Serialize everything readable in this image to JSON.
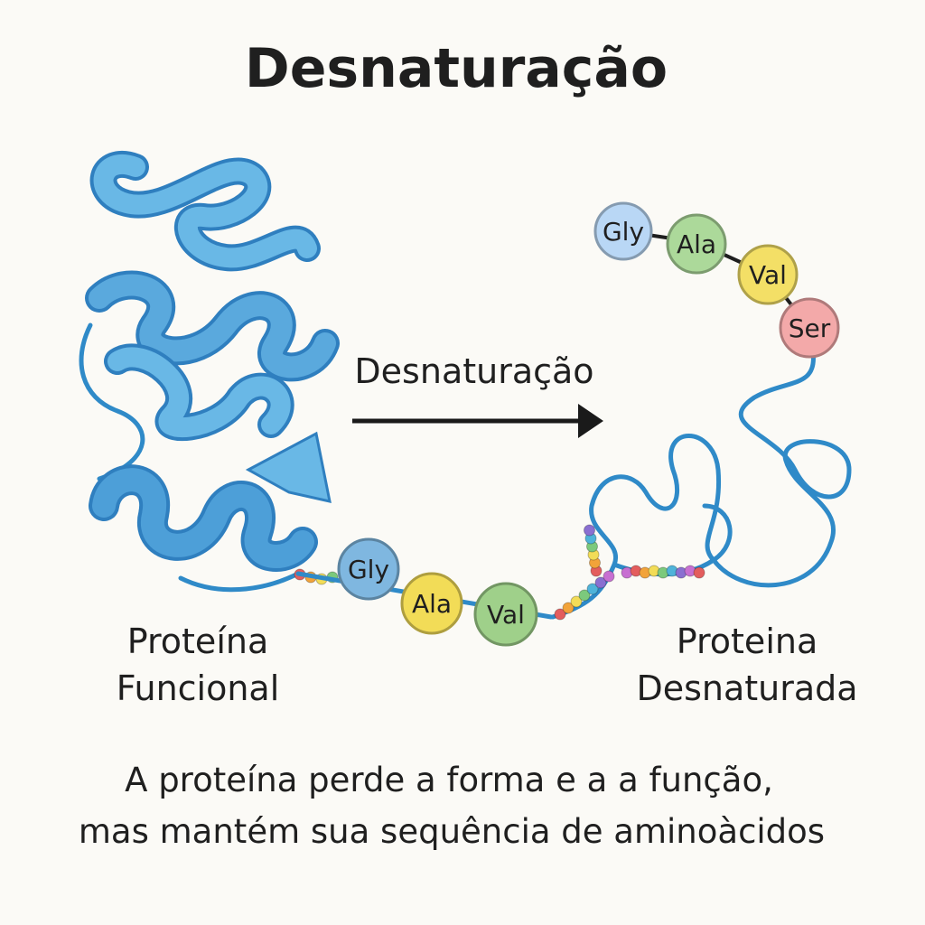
{
  "title": "Desnaturação",
  "arrow_label": "Desnaturação",
  "functional_label": [
    "Proteína",
    "Funcional"
  ],
  "denatured_label": [
    "Proteina",
    "Desnaturada"
  ],
  "caption": [
    "A proteína perde a forma e a a função,",
    "mas mantém sua sequência de aminoàcidos"
  ],
  "chain_left": [
    {
      "label": "Gly",
      "color": "#7fb7e0"
    },
    {
      "label": "Ala",
      "color": "#f2dc57"
    },
    {
      "label": "Val",
      "color": "#9fd08a"
    }
  ],
  "chain_right": [
    {
      "label": "Gly",
      "color": "#b9d7f5"
    },
    {
      "label": "Ala",
      "color": "#acd99a"
    },
    {
      "label": "Val",
      "color": "#f3df66"
    },
    {
      "label": "Ser",
      "color": "#f3a9a9"
    }
  ],
  "colors": {
    "ribbon": "#69b8e6",
    "ribbon_edge": "#2f7fbf",
    "chain": "#2f8ac8",
    "arrow": "#1a1a1a"
  }
}
